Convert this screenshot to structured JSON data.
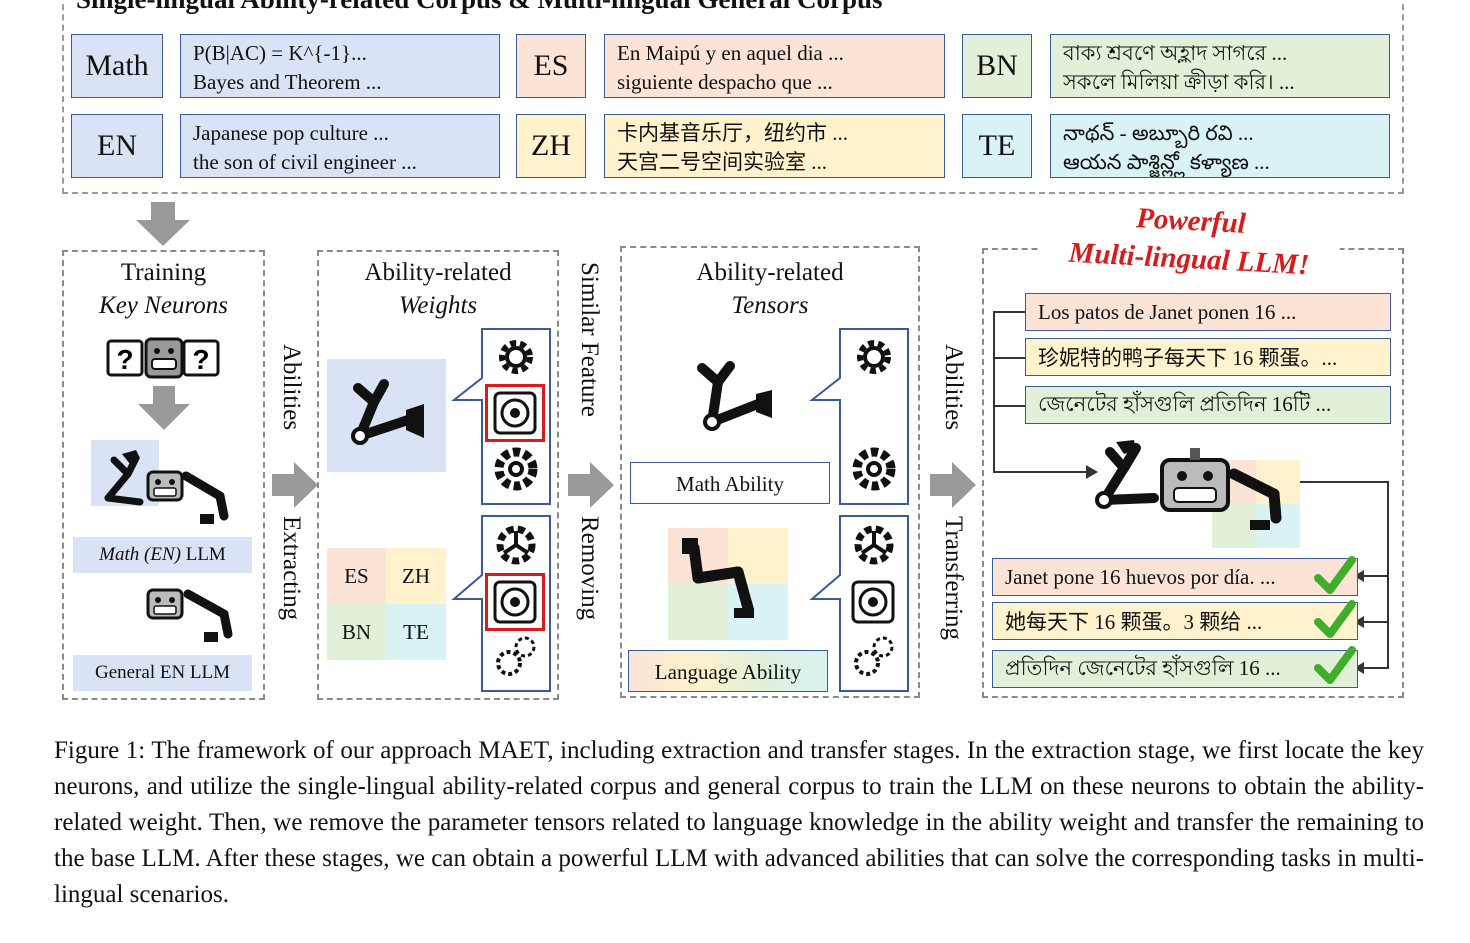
{
  "corpus": {
    "header": "Single-lingual Ability-related Corpus & Multi-lingual General Corpus",
    "rows": [
      {
        "tag": "Math",
        "lines": [
          "P(B|AC) = K^{-1}...",
          "Bayes and Theorem ..."
        ]
      },
      {
        "tag": "EN",
        "lines": [
          "Japanese pop culture ...",
          "the son of civil engineer ..."
        ]
      },
      {
        "tag": "ES",
        "lines": [
          "En Maipú y en aquel dia ...",
          "siguiente despacho que ..."
        ]
      },
      {
        "tag": "ZH",
        "lines": [
          "卡内基音乐厅，纽约市 ...",
          "天宫二号空间实验室 ..."
        ]
      },
      {
        "tag": "BN",
        "lines": [
          "বাক্য শ্রবণে অহ্লাদ সাগরে ...",
          "সকলে মিলিয়া ক্রীড়া করি। ..."
        ]
      },
      {
        "tag": "TE",
        "lines": [
          "నాథన్ - అబ్బూరి రవి ...",
          "ఆయన పాశ్జిన్ల్లో కళ్యాణ ..."
        ]
      }
    ]
  },
  "stage1": {
    "title1": "Training",
    "title2": "Key Neurons",
    "math_llm_italic": "Math (EN)",
    "math_llm_rest": " LLM",
    "general_llm": "General EN LLM"
  },
  "arrow1": {
    "top": "Abilities",
    "bottom": "Extracting"
  },
  "stage2": {
    "title1": "Ability-related",
    "title2": "Weights",
    "langs": [
      "ES",
      "ZH",
      "BN",
      "TE"
    ]
  },
  "arrow2": {
    "top": "Similar Feature",
    "bottom": "Removing"
  },
  "stage3": {
    "title1": "Ability-related",
    "title2": "Tensors",
    "math_ability": "Math Ability",
    "language_ability": "Language Ability"
  },
  "arrow3": {
    "top": "Abilities",
    "bottom": "Transferring"
  },
  "stage4": {
    "headline1": "Powerful",
    "headline2": "Multi-lingual LLM!",
    "inputs": [
      "Los patos de Janet ponen 16 ...",
      "珍妮特的鸭子每天下 16 颗蛋。...",
      "জেনেটের হাঁসগুলি প্রতিদিন 16টি ..."
    ],
    "outputs": [
      "Janet pone 16 huevos por día. ...",
      "她每天下 16 颗蛋。3 颗给 ...",
      "প্রতিদিন জেনেটের হাঁসগুলি 16 ..."
    ]
  },
  "caption": "Figure 1: The framework of our approach MAET, including extraction and transfer stages. In the extraction stage, we first locate the key neurons, and utilize the single-lingual ability-related corpus and general corpus to train the LLM on these neurons to obtain the ability-related weight. Then, we remove the parameter tensors related to language knowledge in the ability weight and transfer the remaining to the base LLM. After these stages, we can obtain a powerful LLM with advanced abilities that can solve the corresponding tasks in multi-lingual scenarios.",
  "colors": {
    "blue": "#dae3f5",
    "orange": "#fbe3d6",
    "green": "#e2f0d9",
    "cyan": "#d9f2f4",
    "yellow": "#fff2cc",
    "red": "#d81b1b",
    "check": "#3fae2a",
    "border": "#3a5a9a"
  }
}
